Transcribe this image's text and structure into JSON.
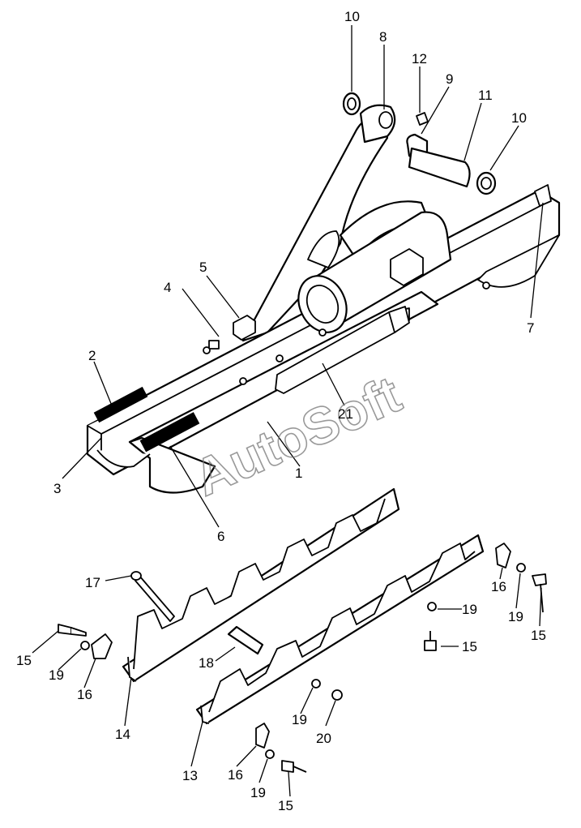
{
  "watermark": "AutoSoft",
  "callouts": {
    "c1": "1",
    "c2": "2",
    "c3": "3",
    "c4": "4",
    "c5": "5",
    "c6": "6",
    "c7": "7",
    "c8": "8",
    "c9": "9",
    "c10a": "10",
    "c10b": "10",
    "c11": "11",
    "c12": "12",
    "c13": "13",
    "c14": "14",
    "c15a": "15",
    "c15b": "15",
    "c15c": "15",
    "c15d": "15",
    "c16a": "16",
    "c16b": "16",
    "c16c": "16",
    "c17": "17",
    "c18": "18",
    "c19a": "19",
    "c19b": "19",
    "c19c": "19",
    "c19d": "19",
    "c19e": "19",
    "c20": "20",
    "c21": "21"
  }
}
